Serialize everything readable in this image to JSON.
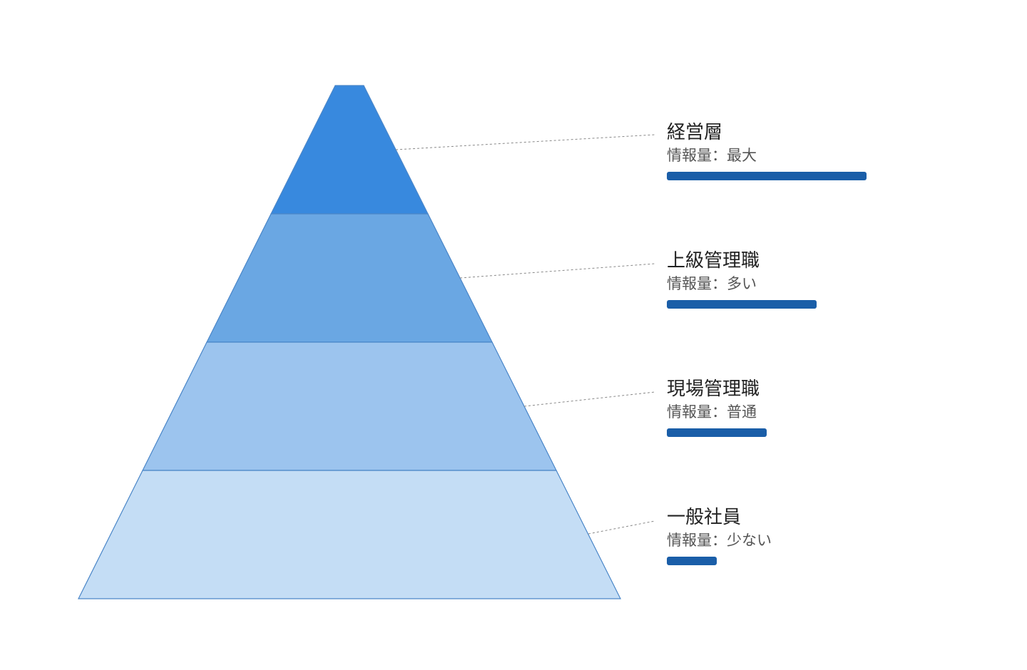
{
  "colors": {
    "accent": "#1A5EA8",
    "layer_fills": [
      "#3889DE",
      "#6AA7E3",
      "#9CC4EE",
      "#C4DDF5"
    ],
    "outline": "#4A86C8",
    "leader": "#888888"
  },
  "layers": [
    {
      "title": "経営層",
      "info_label": "情報量",
      "info_separator": "：",
      "info_value": "最大",
      "info_level": 4
    },
    {
      "title": "上級管理職",
      "info_label": "情報量",
      "info_separator": "：",
      "info_value": "多い",
      "info_level": 3
    },
    {
      "title": "現場管理職",
      "info_label": "情報量",
      "info_separator": "：",
      "info_value": "普通",
      "info_level": 2
    },
    {
      "title": "一般社員",
      "info_label": "情報量",
      "info_separator": "：",
      "info_value": "少ない",
      "info_level": 1
    }
  ],
  "info_level_max": 4
}
